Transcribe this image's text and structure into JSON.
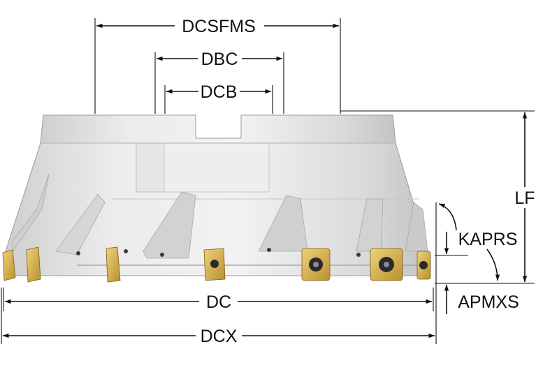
{
  "diagram": {
    "subject": "face-mill-cutter",
    "colors": {
      "body": "#dcdcdc",
      "body_light": "#ececec",
      "body_shadow": "#bdbdbd",
      "insert_gold": "#d8b24a",
      "insert_dark": "#2a2a2a",
      "dimension_line": "#111111",
      "background": "#ffffff"
    },
    "labels": {
      "dcsfms": "DCSFMS",
      "dbc": "DBC",
      "dcb": "DCB",
      "lf": "LF",
      "kaprs": "KAPRS",
      "apmxs": "APMXS",
      "dc": "DC",
      "dcx": "DCX"
    }
  }
}
